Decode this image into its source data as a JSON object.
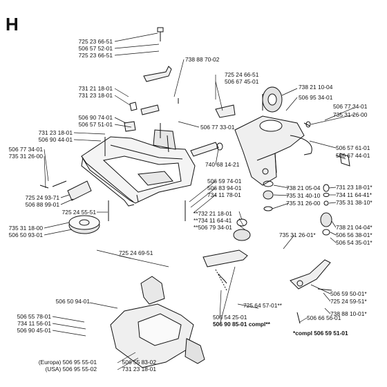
{
  "diagram": {
    "section_letter": "H",
    "left_labels": [
      "725 23 66-51",
      "506 57 52-01",
      "725 23 66-51",
      "731 21 18-01",
      "731 23 18-01",
      "506 90 74-01",
      "506 57 51-01",
      "731 23 18-01",
      "506 90 44-01",
      "506 77 34-01",
      "735 31 26-00",
      "725 24 93-71",
      "506 88 99-01",
      "725 24 55-51",
      "735 31 18-00",
      "506 50 93-01",
      "506 55 78-01",
      "734 11 56-01",
      "506 90 45-01",
      "(Europa) 506 95 55-01",
      "(USA) 506 95 55-02",
      "506 55 83-02",
      "731 23 18-01"
    ],
    "center_labels": [
      "738 88 70-02",
      "725 24 66-51",
      "506 67 45-01",
      "506 77 33-01",
      "740 68 14-21",
      "506 59 74-01",
      "506 83 94-01",
      "734 11 78-01",
      "**732 21 18-01",
      "**734 11 64-41",
      "**506 79 34-01",
      "725 24 69-51",
      "506 50 94-01",
      "506 54 25-01",
      "506 90 85-01 compl**",
      "725 64 57-01**",
      "735 31 26-01*"
    ],
    "right_labels": [
      "738 21 10-04",
      "506 95 34-01",
      "506 77 34-01",
      "735 31 26-00",
      "506 57 61-01",
      "506 67 44-01",
      "731 23 18-01*",
      "734 11 64-41*",
      "735 31 38-10*",
      "738 21 05-04",
      "735 31 40-10",
      "735 31 26-00",
      "738 21 04-04*",
      "506 56 38-01*",
      "506 54 35-01*",
      "506 59 50-01*",
      "725 24 59-51*",
      "738 88 10-01*",
      "506 66 56-01",
      "*compl 506 59 51-01"
    ]
  }
}
